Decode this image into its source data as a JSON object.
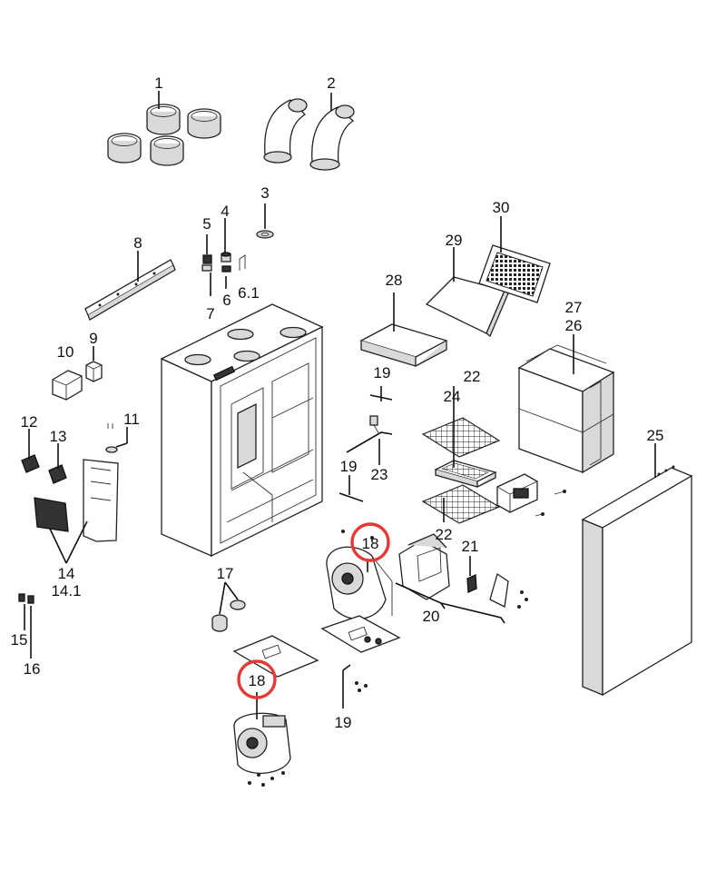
{
  "labels": {
    "l1": "1",
    "l2": "2",
    "l3": "3",
    "l4": "4",
    "l5": "5",
    "l6": "6",
    "l6_1": "6.1",
    "l7": "7",
    "l8": "8",
    "l9": "9",
    "l10": "10",
    "l11": "11",
    "l12": "12",
    "l13": "13",
    "l14": "14",
    "l14_1": "14.1",
    "l15": "15",
    "l16": "16",
    "l17": "17",
    "l18a": "18",
    "l18b": "18",
    "l19a": "19",
    "l19b": "19",
    "l19c": "19",
    "l20": "20",
    "l21": "21",
    "l22a": "22",
    "l22b": "22",
    "l23": "23",
    "l24": "24",
    "l25": "25",
    "l26": "26",
    "l27": "27",
    "l28": "28",
    "l29": "29",
    "l30": "30"
  },
  "highlight_color": "#e53935",
  "highlighted_part": "18"
}
